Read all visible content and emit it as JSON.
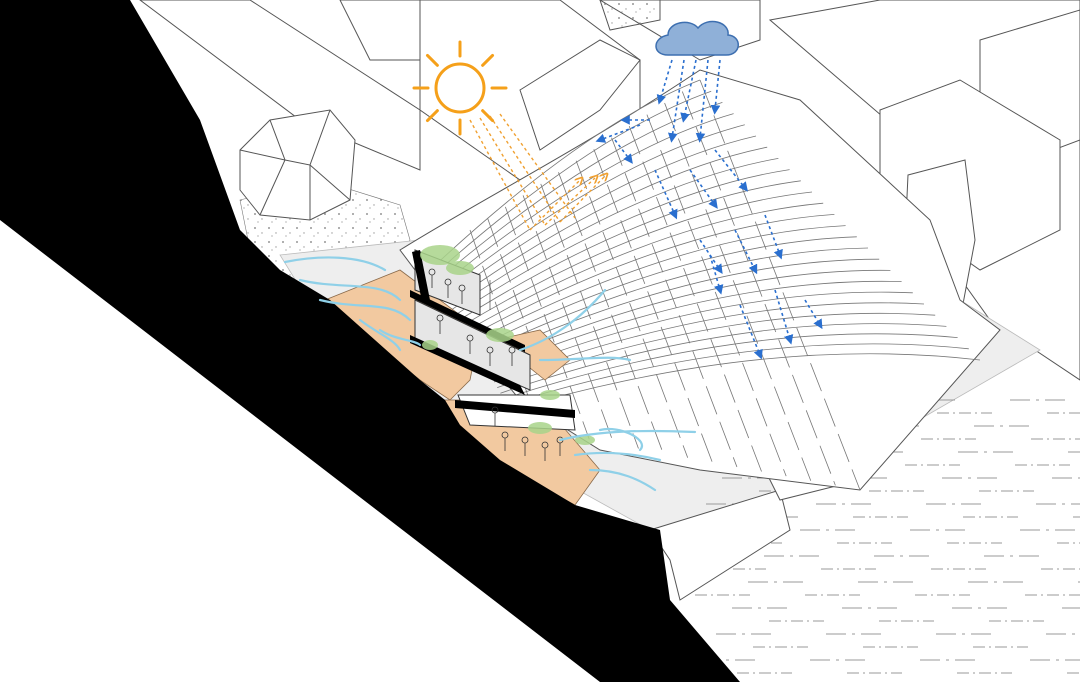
{
  "diagram": {
    "elements": {
      "sun": "sun-icon",
      "cloud": "cloud-icon",
      "rain": "rain-arrows",
      "wind": "wind-flow-lines",
      "roof": "stepped-roof-slats",
      "building": "section-cut-building",
      "ground": "black-section-cut",
      "water": "water-surface-hatching",
      "context": "surrounding-buildings"
    },
    "colors": {
      "sun": "#f5a01a",
      "sun_rays_arrows": "#f0a030",
      "cloud_fill": "#8fb0d8",
      "cloud_stroke": "#3d6fb0",
      "rain": "#2a6fcf",
      "wind": "#8fd0e8",
      "section_black": "#000000",
      "terrace_fill": "#f2c9a0",
      "plaza_fill": "#eeeeee",
      "greenery": "#a9d48a",
      "line": "#555555"
    }
  }
}
